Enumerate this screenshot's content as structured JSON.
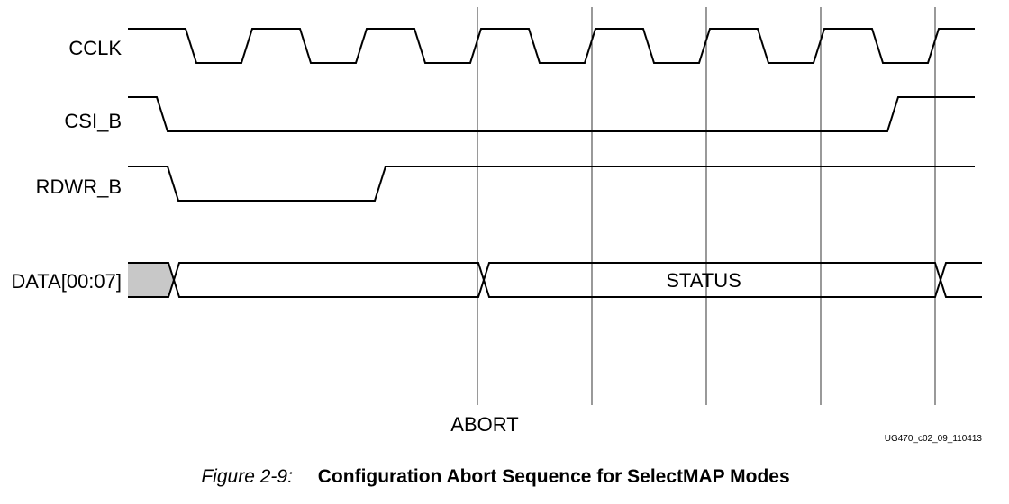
{
  "signals": [
    {
      "name": "CCLK"
    },
    {
      "name": "CSI_B"
    },
    {
      "name": "RDWR_B"
    },
    {
      "name": "DATA[00:07]"
    }
  ],
  "bus_value_label": "STATUS",
  "marker_label": "ABORT",
  "figure_id": "UG470_c02_09_110413",
  "caption": {
    "number": "Figure 2-9:",
    "title": "Configuration Abort Sequence for SelectMAP Modes"
  }
}
